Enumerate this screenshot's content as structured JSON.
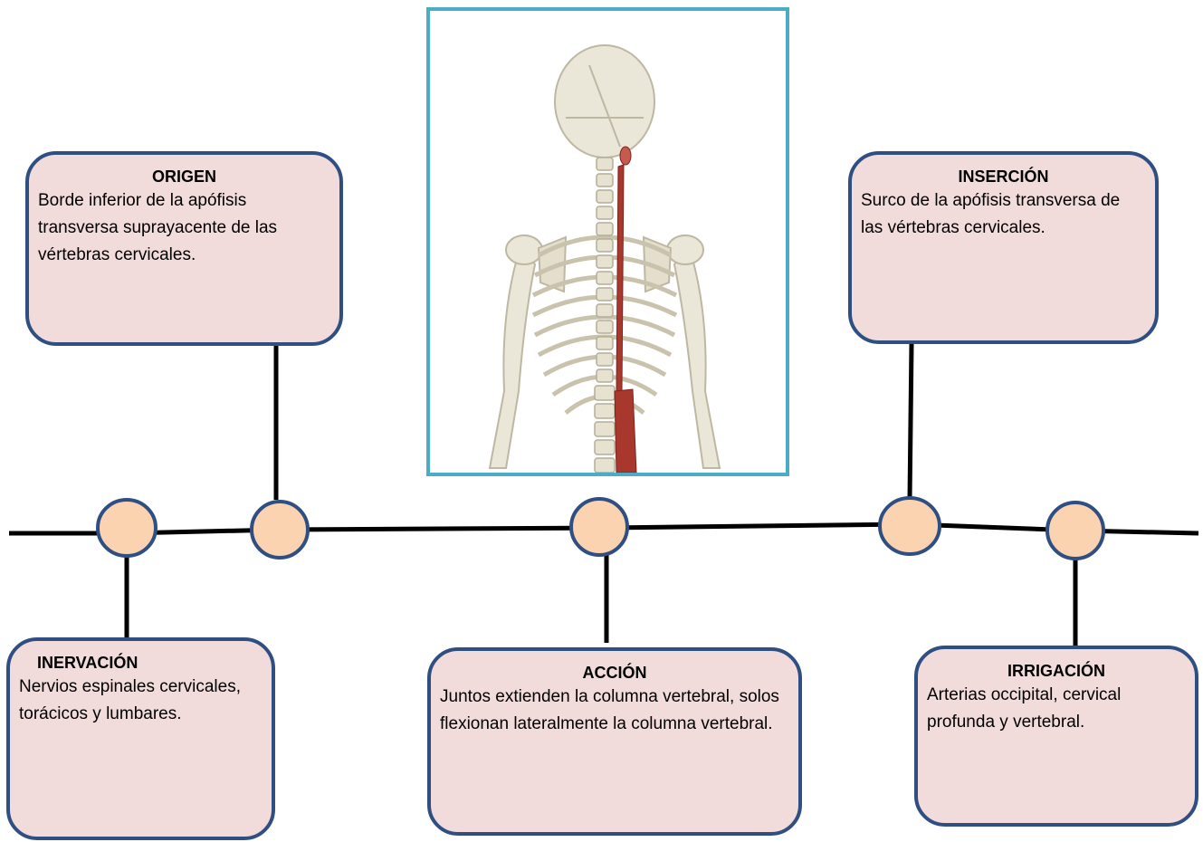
{
  "colors": {
    "box_fill": "#f2dcdb",
    "box_border": "#2f4f83",
    "node_fill": "#fbd3b0",
    "image_border": "#4bacc6",
    "line": "#000000"
  },
  "boxes": {
    "origen": {
      "title": "ORIGEN",
      "body": "Borde inferior de la apófisis transversa suprayacente de las vértebras cervicales."
    },
    "insercion": {
      "title": "INSERCIÓN",
      "body": "Surco de la apófisis transversa de las vértebras cervicales."
    },
    "inervacion": {
      "title": "INERVACIÓN",
      "body": "Nervios espinales cervicales, torácicos y lumbares."
    },
    "accion": {
      "title": "ACCIÓN",
      "body": "Juntos extienden la columna vertebral, solos flexionan lateralmente la columna vertebral."
    },
    "irrigacion": {
      "title": "IRRIGACIÓN",
      "body": "Arterias occipital, cervical profunda y vertebral."
    }
  },
  "image": {
    "subject": "posterior view of skeleton with highlighted spinal muscle"
  }
}
